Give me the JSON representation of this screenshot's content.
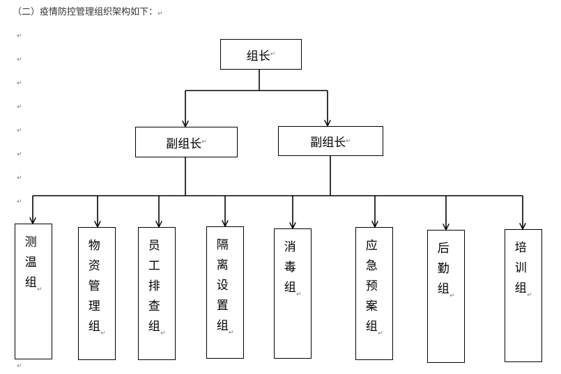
{
  "heading": "（二）疫情防控管理组织架构如下：",
  "paragraph_mark": "↵",
  "org": {
    "leader": "组长",
    "deputies": [
      "副组长",
      "副组长"
    ],
    "groups": [
      "测温组",
      "物资管理组",
      "员工排查组",
      "隔离设置组",
      "消毒组",
      "应急预案组",
      "后勤组",
      "培训组"
    ]
  }
}
